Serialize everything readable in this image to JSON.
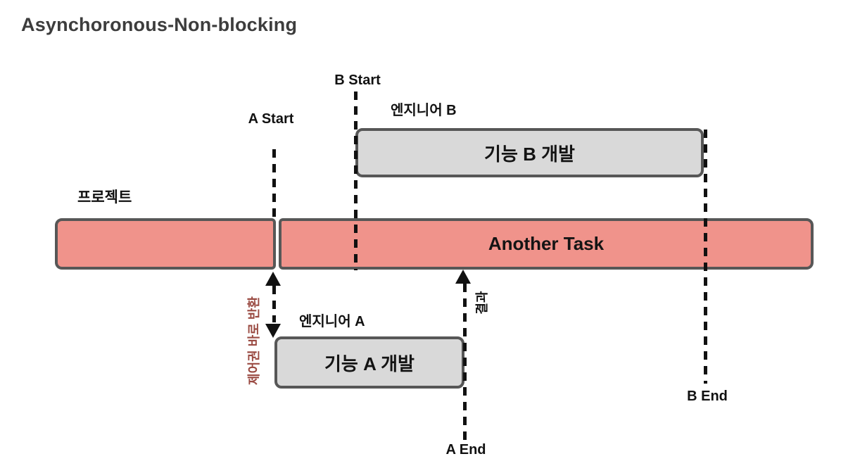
{
  "title": "Asynchoronous-Non-blocking",
  "timeline": {
    "project_label": "프로젝트",
    "another_task": "Another Task"
  },
  "engineer_a": {
    "label": "엔지니어 A",
    "task": "기능 A 개발",
    "start_label": "A Start",
    "end_label": "A End"
  },
  "engineer_b": {
    "label": "엔지니어 B",
    "task": "기능 B 개발",
    "start_label": "B Start",
    "end_label": "B End"
  },
  "annotations": {
    "control_return": "제어권 바로 반환",
    "result": "결과"
  },
  "colors": {
    "task_bar_fill": "#f0938b",
    "feature_box_fill": "#d9d9d9",
    "box_border": "#575757",
    "control_return_text": "#9a4a42",
    "dashed_line": "#111111"
  }
}
